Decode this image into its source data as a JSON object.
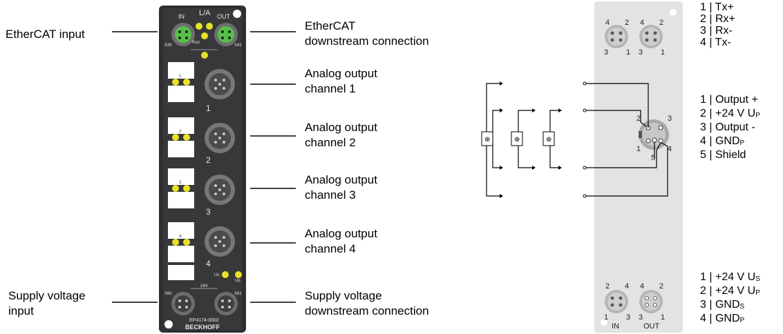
{
  "callouts": {
    "ethercat_input": "EtherCAT input",
    "ethercat_down_l1": "EtherCAT",
    "ethercat_down_l2": "downstream connection",
    "ch1_l1": "Analog output",
    "ch1_l2": "channel 1",
    "ch2_l1": "Analog output",
    "ch2_l2": "channel 2",
    "ch3_l1": "Analog output",
    "ch3_l2": "channel 3",
    "ch4_l1": "Analog output",
    "ch4_l2": "channel 4",
    "supply_in_l1": "Supply voltage",
    "supply_in_l2": "input",
    "supply_down_l1": "Supply voltage",
    "supply_down_l2": "downstream connection"
  },
  "device": {
    "label_in": "IN",
    "label_la": "L/A",
    "label_out": "OUT",
    "label_run": "Run",
    "label_x40": "X40",
    "label_x41": "X41",
    "label_x60": "X60",
    "label_x61": "X61",
    "label_24v": "24V",
    "label_us": "Us",
    "label_up": "Up",
    "ch_num_1": "1",
    "ch_num_2": "2",
    "ch_num_3": "3",
    "ch_num_4": "4",
    "led_1": "1",
    "led_2": "2",
    "led_3": "3",
    "led_4": "4",
    "model": "EP4174-0002",
    "brand": "BECKHOFF"
  },
  "diagram": {
    "top_pin_4a": "4",
    "top_pin_2a": "2",
    "top_pin_3a": "3",
    "top_pin_1a": "1",
    "top_pin_4b": "4",
    "top_pin_2b": "2",
    "top_pin_3b": "3",
    "top_pin_1b": "1",
    "mid_pin_1": "1",
    "mid_pin_2": "2",
    "mid_pin_3": "3",
    "mid_pin_4": "4",
    "mid_pin_5": "5",
    "bot_pin_2a": "2",
    "bot_pin_4a": "4",
    "bot_pin_1a": "1",
    "bot_pin_3a": "3",
    "bot_pin_4b": "4",
    "bot_pin_2b": "2",
    "bot_pin_3b": "3",
    "bot_pin_1b": "1",
    "bot_label_in": "IN",
    "bot_label_out": "OUT"
  },
  "pinout_ethercat": [
    {
      "num": "1",
      "sig": "Tx+"
    },
    {
      "num": "2",
      "sig": "Rx+"
    },
    {
      "num": "3",
      "sig": "Rx-"
    },
    {
      "num": "4",
      "sig": "Tx-"
    }
  ],
  "pinout_analog": [
    {
      "num": "1",
      "sig": "Output +",
      "sub": ""
    },
    {
      "num": "2",
      "sig": "+24 V U",
      "sub": "P"
    },
    {
      "num": "3",
      "sig": "Output -",
      "sub": ""
    },
    {
      "num": "4",
      "sig": "GND",
      "sub": "P"
    },
    {
      "num": "5",
      "sig": "Shield",
      "sub": ""
    }
  ],
  "pinout_power": [
    {
      "num": "1",
      "sig": "+24 V U",
      "sub": "S"
    },
    {
      "num": "2",
      "sig": "+24 V U",
      "sub": "P"
    },
    {
      "num": "3",
      "sig": "GND",
      "sub": "S"
    },
    {
      "num": "4",
      "sig": "GND",
      "sub": "P"
    }
  ],
  "sep": "|"
}
